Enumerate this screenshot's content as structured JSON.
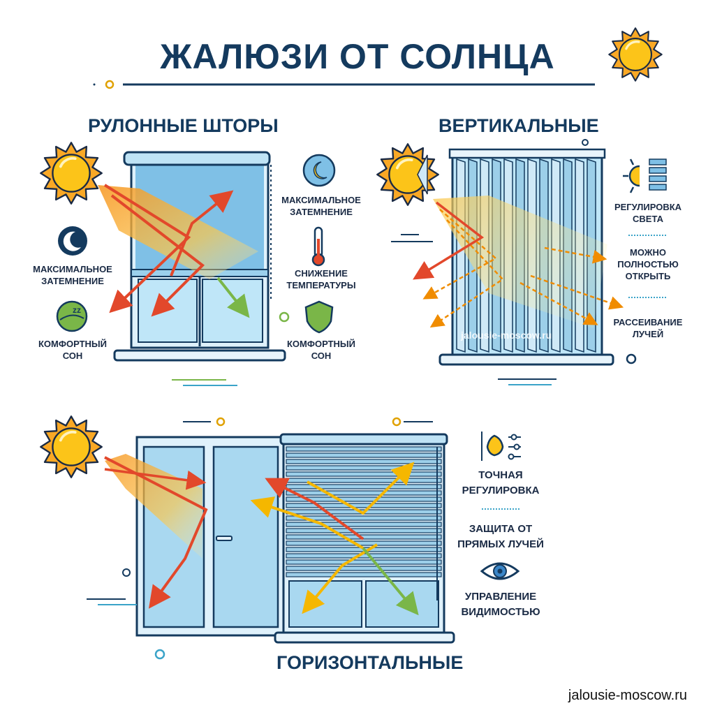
{
  "title": "ЖАЛЮЗИ ОТ СОЛНЦА",
  "roller": {
    "title": "РУЛОННЫЕ ШТОРЫ",
    "left_labels": [
      "МАКСИМАЛЬНОЕ\nЗАТЕМНЕНИЕ",
      "КОМФОРТНЫЙ\nСОН"
    ],
    "right_labels": [
      "МАКСИМАЛЬНОЕ\nЗАТЕМНЕНИЕ",
      "СНИЖЕНИЕ\nТЕМПЕРАТУРЫ",
      "КОМФОРТНЫЙ\nСОН"
    ]
  },
  "vertical": {
    "title": "ВЕРТИКАЛЬНЫЕ",
    "labels": [
      "РЕГУЛИРОВКА\nСВЕТА",
      "МОЖНО\nПОЛНОСТЬЮ\nОТКРЫТЬ",
      "РАССЕИВАНИЕ\nЛУЧЕЙ"
    ],
    "watermark": "jalousie-moscow.ru"
  },
  "horizontal": {
    "title": "ГОРИЗОНТАЛЬНЫЕ",
    "labels": [
      "ТОЧНАЯ\nРЕГУЛИРОВКА",
      "ЗАЩИТА ОТ\nПРЯМЫХ ЛУЧЕЙ",
      "УПРАВЛЕНИЕ\nВИДИМОСТЬЮ"
    ]
  },
  "footer_url": "jalousie-moscow.ru",
  "icons": [
    "sun-icon",
    "moon-icon",
    "sleep-icon",
    "thermometer-icon",
    "shield-icon",
    "light-adjust-icon",
    "eye-icon",
    "bulb-slider-icon"
  ],
  "colors": {
    "navy": "#143a5e",
    "sun": "#f5b700",
    "ray_red": "#e2482b",
    "ray_green": "#7ab648",
    "glass": "#a9d8f0",
    "shade": "#7fc0e6"
  }
}
